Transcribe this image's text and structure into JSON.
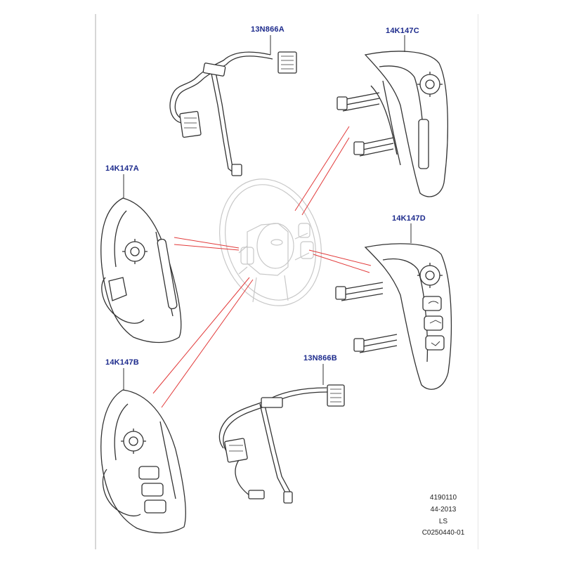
{
  "callouts": {
    "harness_a": "13N866A",
    "switch_c": "14K147C",
    "switch_a": "14K147A",
    "switch_d": "14K147D",
    "switch_b": "14K147B",
    "harness_b": "13N866B"
  },
  "footer": {
    "illustration_number": "4190110",
    "date_code": "44-2013",
    "model_code": "LS",
    "catalogue_ref": "C0250440-01"
  },
  "colors": {
    "callout_text": "#1c2a8c",
    "leader_lines": "#e23a3a",
    "part_lines": "#333333",
    "ghost_wheel": "#c8c8c8"
  }
}
